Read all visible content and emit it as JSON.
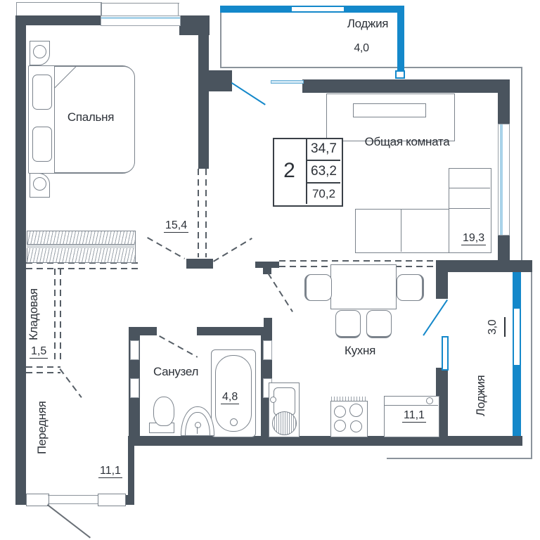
{
  "info_table": {
    "rooms_count": "2",
    "living_area": "34,7",
    "apartment_area": "63,2",
    "total_area": "70,2"
  },
  "rooms": {
    "bedroom": {
      "label": "Спальня",
      "area": "15,4"
    },
    "living_room": {
      "label": "Общая комната",
      "area": "19,3"
    },
    "kitchen": {
      "label": "Кухня",
      "area": "11,1"
    },
    "bathroom": {
      "label": "Санузел",
      "area": "4,8"
    },
    "hallway": {
      "label": "Передняя",
      "area": "11,1"
    },
    "storage": {
      "label": "Кладовая",
      "area": "1,5"
    },
    "loggia_top": {
      "label": "Лоджия",
      "area": "4,0"
    },
    "loggia_right": {
      "label": "Лоджия",
      "area": "3,0"
    }
  },
  "colors": {
    "wall": "#4a545e",
    "glazing": "#1488ca",
    "window_light": "#a9d3e9",
    "furniture_line": "#7b838c",
    "dash": "#565e66",
    "text": "#2c3138"
  }
}
